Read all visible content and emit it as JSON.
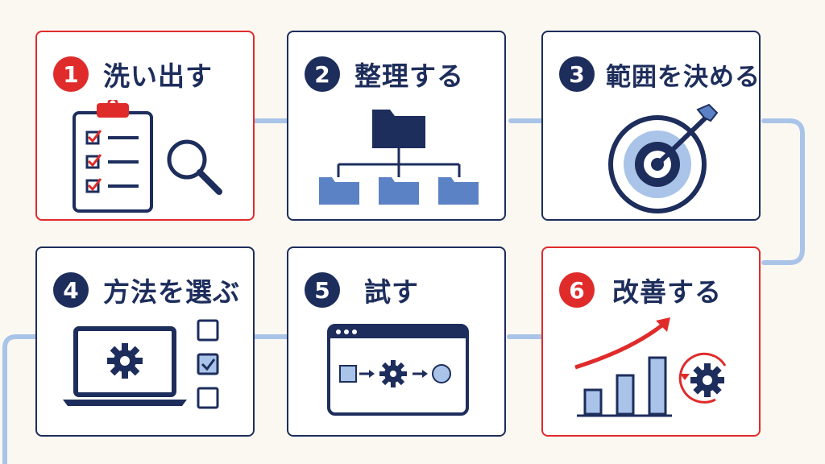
{
  "steps": [
    {
      "number": "1",
      "label": "洗い出す"
    },
    {
      "number": "2",
      "label": "整理する"
    },
    {
      "number": "3",
      "label": "範囲を決める"
    },
    {
      "number": "4",
      "label": "方法を選ぶ"
    },
    {
      "number": "5",
      "label": "試す"
    },
    {
      "number": "6",
      "label": "改善する"
    }
  ],
  "colors": {
    "navy": "#1d2d5c",
    "red": "#e02b2b",
    "light_blue": "#a9c4e8",
    "mid_blue": "#5b82c4",
    "background": "#fbf8f2"
  }
}
